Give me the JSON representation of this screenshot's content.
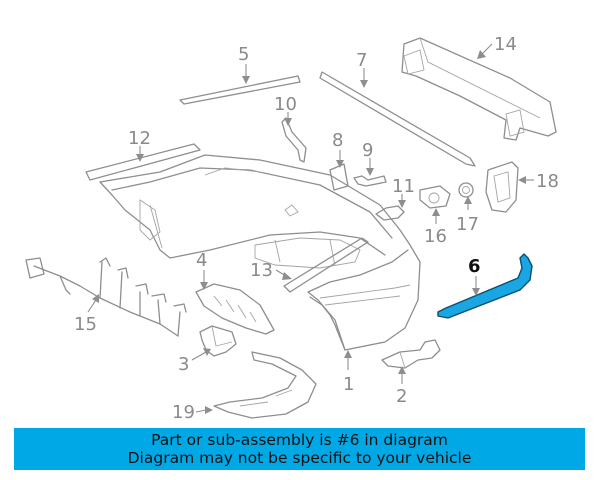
{
  "highlight": {
    "color": "#19a6e3",
    "callout": "6"
  },
  "banner": {
    "line1": "Part or sub-assembly is #6 in diagram",
    "line2": "Diagram may not be specific to your vehicle",
    "color": "#00a9e6"
  },
  "callouts": [
    {
      "id": "c1",
      "text": "1"
    },
    {
      "id": "c2",
      "text": "2"
    },
    {
      "id": "c3",
      "text": "3"
    },
    {
      "id": "c4",
      "text": "4"
    },
    {
      "id": "c5",
      "text": "5"
    },
    {
      "id": "c6",
      "text": "6"
    },
    {
      "id": "c7",
      "text": "7"
    },
    {
      "id": "c8",
      "text": "8"
    },
    {
      "id": "c9",
      "text": "9"
    },
    {
      "id": "c10",
      "text": "10"
    },
    {
      "id": "c11",
      "text": "11"
    },
    {
      "id": "c12",
      "text": "12"
    },
    {
      "id": "c13",
      "text": "13"
    },
    {
      "id": "c14",
      "text": "14"
    },
    {
      "id": "c15",
      "text": "15"
    },
    {
      "id": "c16",
      "text": "16"
    },
    {
      "id": "c17",
      "text": "17"
    },
    {
      "id": "c18",
      "text": "18"
    },
    {
      "id": "c19",
      "text": "19"
    }
  ]
}
